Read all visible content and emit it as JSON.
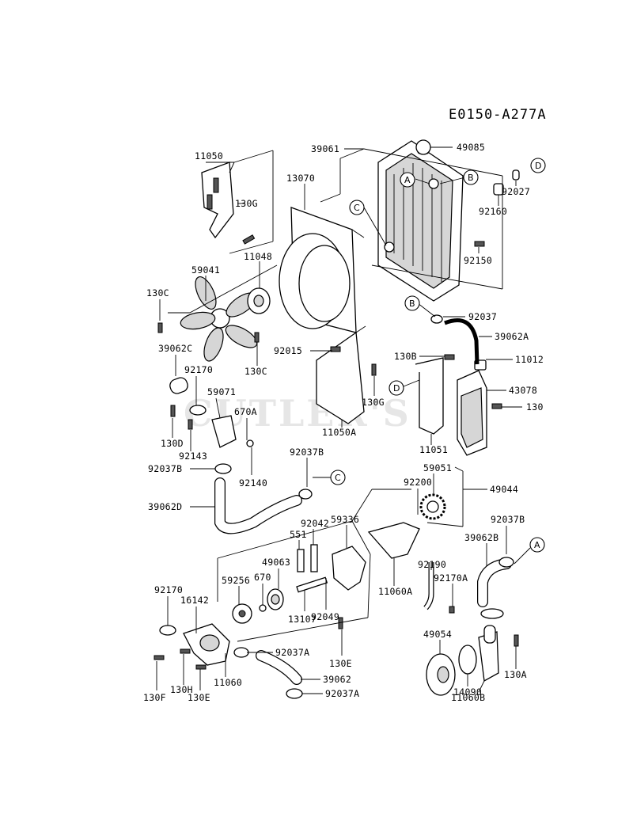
{
  "diagram_code": "E0150-A277A",
  "watermark": "CUTLER'S",
  "callout_letters": [
    "A",
    "B",
    "C",
    "D"
  ],
  "part_labels": {
    "p11050": "11050",
    "p130G_top": "130G",
    "p13070": "13070",
    "p39061": "39061",
    "p49085": "49085",
    "p92027": "92027",
    "p92160": "92160",
    "p92150": "92150",
    "p11048": "11048",
    "p59041": "59041",
    "p130C_left": "130C",
    "p130C_fan": "130C",
    "p39062C": "39062C",
    "p92170_top": "92170",
    "p59071": "59071",
    "p670A": "670A",
    "p130D": "130D",
    "p92143": "92143",
    "p92037B_left": "92037B",
    "p92140": "92140",
    "p92015": "92015",
    "p130G_mid": "130G",
    "p11050A": "11050A",
    "p92037_b": "92037",
    "p39062A": "39062A",
    "p130B": "130B",
    "p11012": "11012",
    "p43078": "43078",
    "p130_right": "130",
    "p11051": "11051",
    "p92037B_mid": "92037B",
    "p39062D": "39062D",
    "p59051": "59051",
    "p92200": "92200",
    "p49044": "49044",
    "p92037B_right": "92037B",
    "p39062B": "39062B",
    "p92042": "92042",
    "p59336": "59336",
    "p551": "551",
    "p49063": "49063",
    "p670": "670",
    "p59256": "59256",
    "p92049": "92049",
    "p13107": "13107",
    "p11060A": "11060A",
    "p92190": "92190",
    "p92170A": "92170A",
    "p92170_bottom": "92170",
    "p16142": "16142",
    "p92037A_top": "92037A",
    "p130E_mid": "130E",
    "p39062": "39062",
    "p92037A_bottom": "92037A",
    "p130F": "130F",
    "p130H": "130H",
    "p130E_bottom": "130E",
    "p11060": "11060",
    "p49054": "49054",
    "p14090": "14090",
    "p130A": "130A",
    "p11060B": "11060B"
  }
}
